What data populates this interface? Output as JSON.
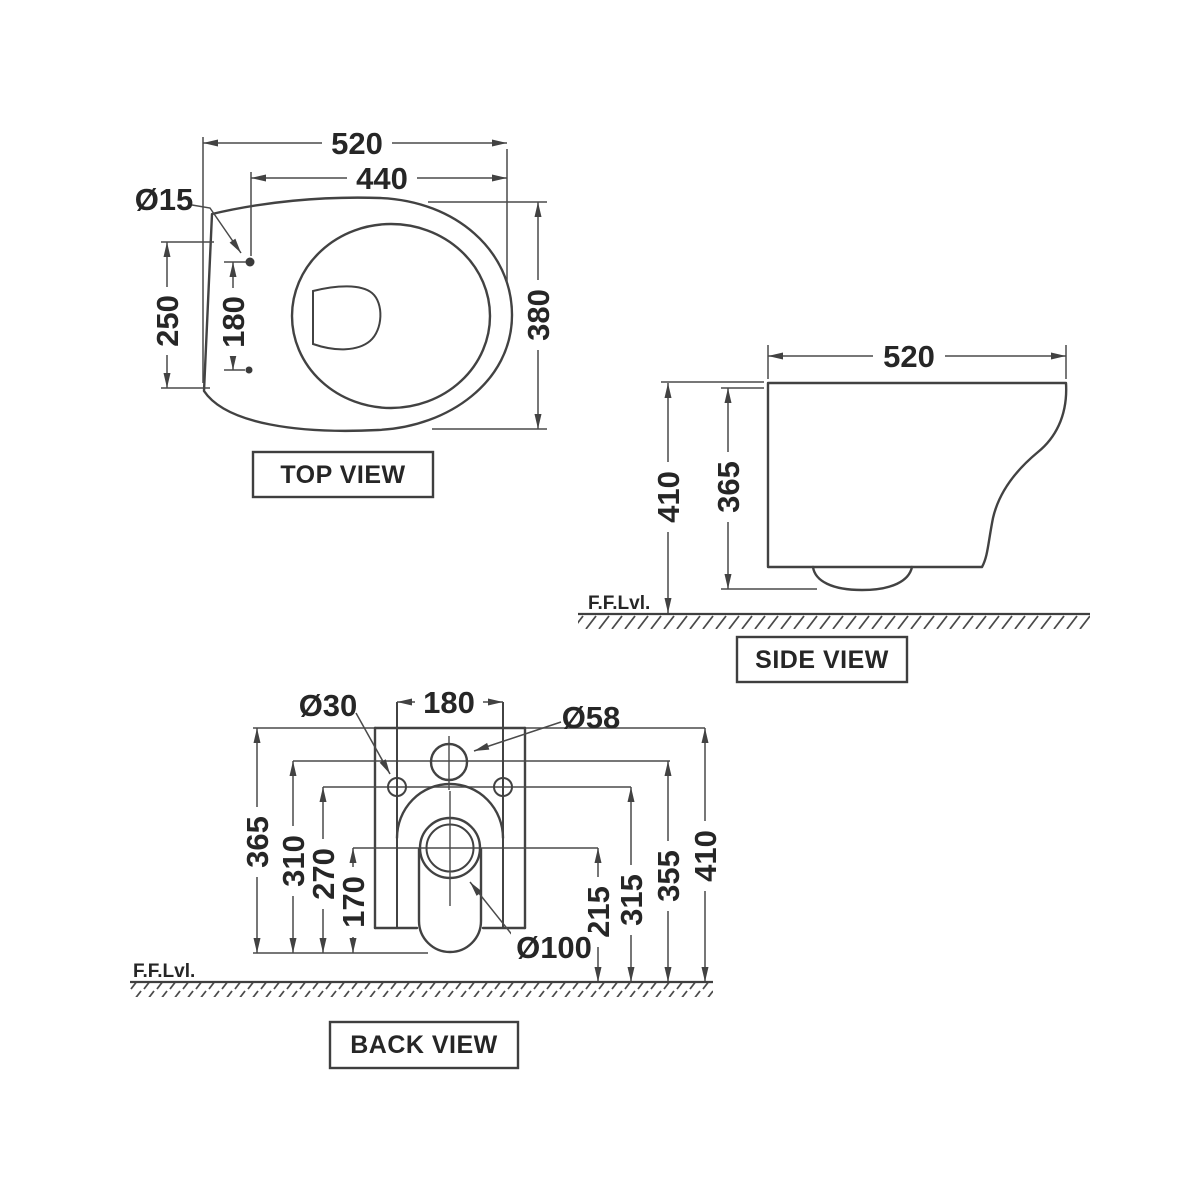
{
  "colors": {
    "line": "#424242",
    "text": "#262626",
    "background": "#ffffff"
  },
  "views": {
    "top": {
      "title": "TOP VIEW",
      "dims": {
        "overall_width": "520",
        "holes_to_front": "440",
        "seat_hole_diameter": "Ø15",
        "wall_face_width": "250",
        "seat_hole_spacing": "180",
        "overall_depth": "380"
      }
    },
    "side": {
      "title": "SIDE VIEW",
      "floor_level_label": "F.F.Lvl.",
      "dims": {
        "overall_length": "520",
        "top_height_from_floor": "410",
        "body_height": "365"
      }
    },
    "back": {
      "title": "BACK VIEW",
      "floor_level_label": "F.F.Lvl.",
      "dims": {
        "fixing_hole_diameter": "Ø30",
        "fixing_hole_spacing": "180",
        "water_inlet_diameter": "Ø58",
        "body_height": "365",
        "inlet_center_from_base": "310",
        "fixing_center_from_base": "270",
        "outlet_center_from_base": "170",
        "outlet_diameter": "Ø100",
        "outlet_center_from_floor": "215",
        "fixing_center_from_floor": "315",
        "inlet_center_from_floor": "355",
        "top_height_from_floor": "410"
      }
    }
  }
}
